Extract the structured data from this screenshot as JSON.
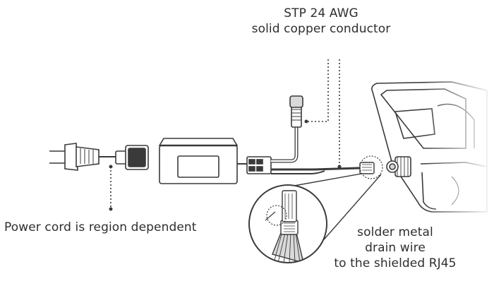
{
  "labels": {
    "cable": {
      "line1": "STP 24 AWG",
      "line2": "solid copper conductor"
    },
    "power_cord": "Power cord is region dependent",
    "solder": {
      "line1": "solder metal",
      "line2": "drain wire",
      "line3": "to the shielded RJ45"
    }
  },
  "colors": {
    "stroke": "#3a3a3a",
    "fill_light": "#ffffff",
    "fill_gray": "#d9d9d9"
  }
}
